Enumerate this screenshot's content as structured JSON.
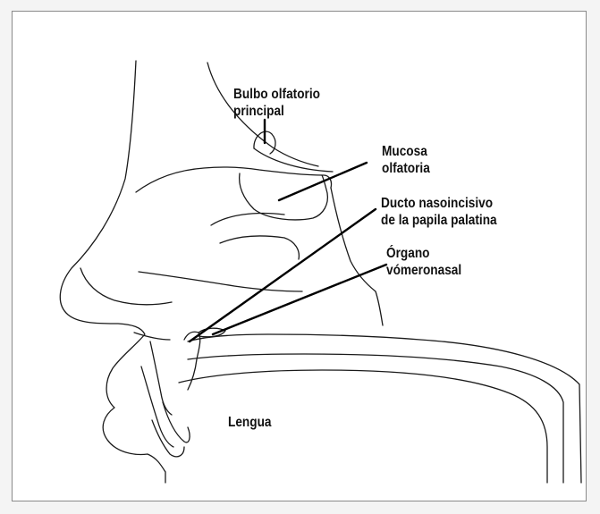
{
  "labels": {
    "bulbo_line1": "Bulbo olfatorio",
    "bulbo_line2": "principal",
    "mucosa_line1": "Mucosa",
    "mucosa_line2": "olfatoria",
    "ducto_line1": "Ducto nasoincisivo",
    "ducto_line2": "de la papila palatina",
    "organo_line1": "Órgano",
    "organo_line2": "vómeronasal",
    "lengua": "Lengua"
  }
}
